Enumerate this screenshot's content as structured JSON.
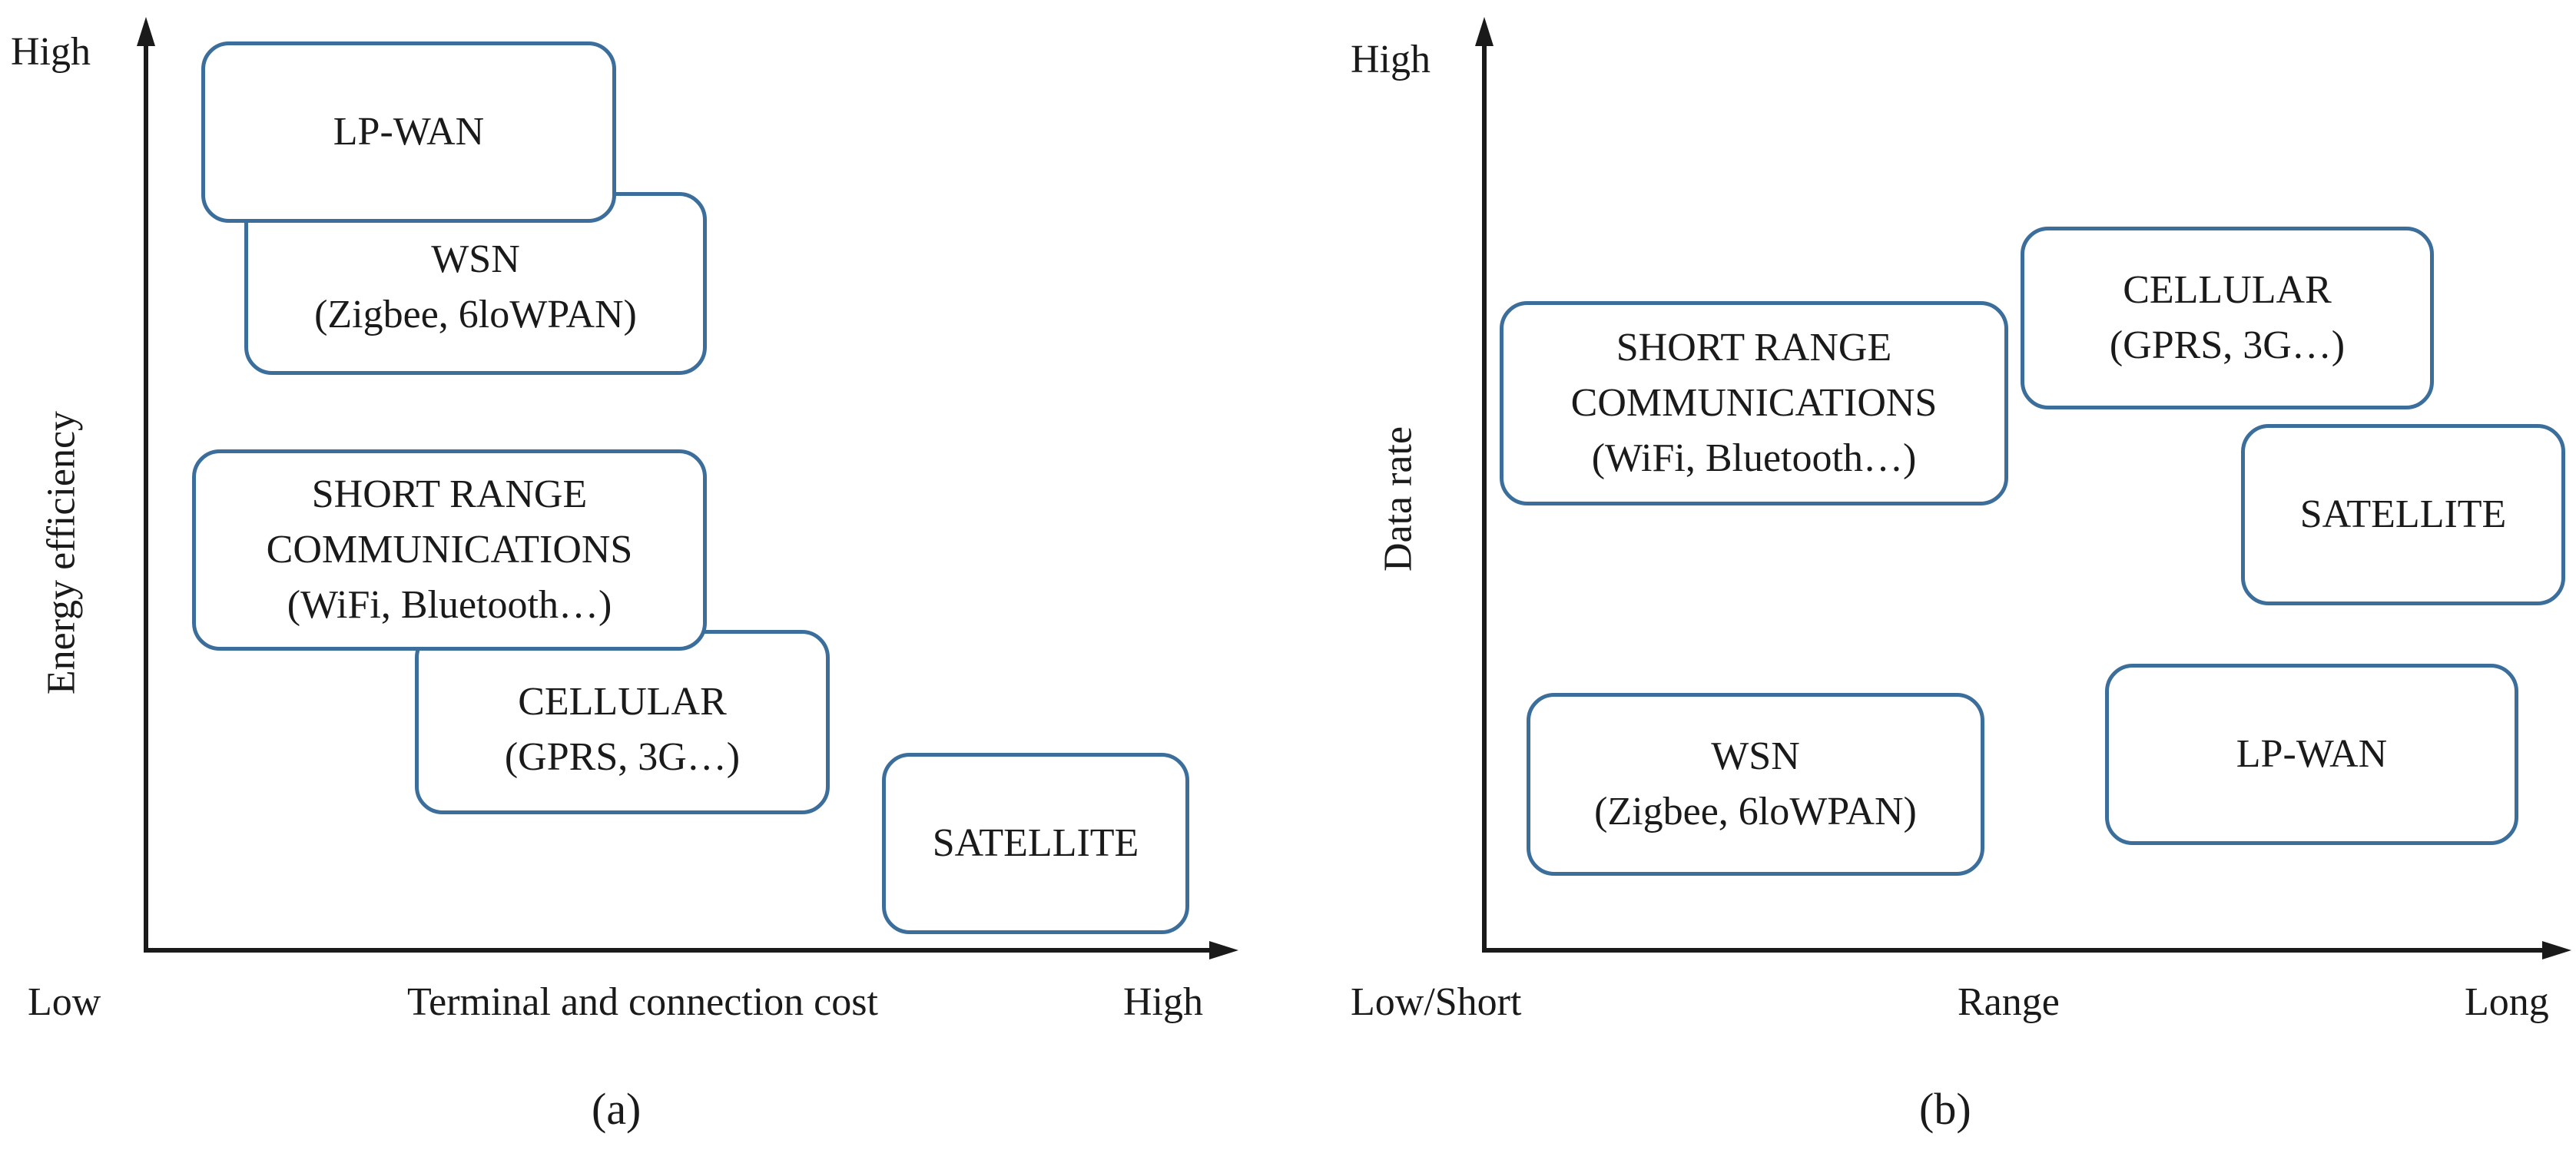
{
  "panel_a": {
    "caption": "(a)",
    "y_axis": {
      "label": "Energy efficiency",
      "high": "High",
      "low": "Low"
    },
    "x_axis": {
      "label": "Terminal and connection cost",
      "high": "High"
    },
    "boxes": {
      "lpwan": {
        "line1": "LP-WAN"
      },
      "wsn": {
        "line1": "WSN",
        "line2": "(Zigbee, 6loWPAN)"
      },
      "short_range": {
        "line1": "SHORT RANGE",
        "line2": "COMMUNICATIONS",
        "line3": "(WiFi, Bluetooth…)"
      },
      "cellular": {
        "line1": "CELLULAR",
        "line2": "(GPRS, 3G…)"
      },
      "satellite": {
        "line1": "SATELLITE"
      }
    }
  },
  "panel_b": {
    "caption": "(b)",
    "y_axis": {
      "label": "Data rate",
      "high": "High"
    },
    "x_axis": {
      "label": "Range",
      "low": "Low/Short",
      "high": "Long"
    },
    "boxes": {
      "short_range": {
        "line1": "SHORT RANGE",
        "line2": "COMMUNICATIONS",
        "line3": "(WiFi, Bluetooth…)"
      },
      "cellular": {
        "line1": "CELLULAR",
        "line2": "(GPRS, 3G…)"
      },
      "satellite": {
        "line1": "SATELLITE"
      },
      "wsn": {
        "line1": "WSN",
        "line2": "(Zigbee, 6loWPAN)"
      },
      "lpwan": {
        "line1": "LP-WAN"
      }
    }
  },
  "colors": {
    "box_border": "#3c6e9c",
    "axis": "#1a1a1a"
  }
}
